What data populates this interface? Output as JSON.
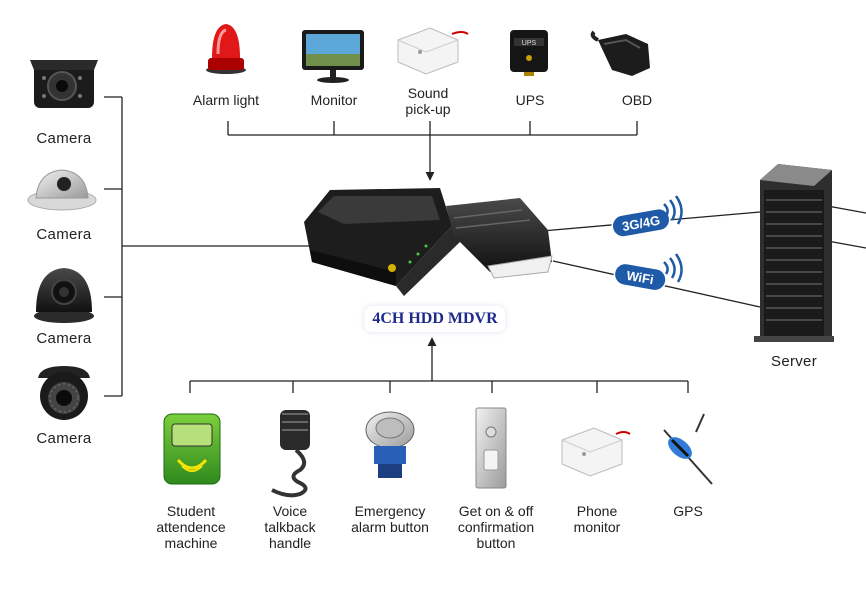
{
  "title": "4CH HDD MDVR",
  "top_devices": [
    "Alarm light",
    "Monitor",
    "Sound pick-up",
    "UPS",
    "OBD"
  ],
  "left_devices": [
    "Camera",
    "Camera",
    "Camera",
    "Camera"
  ],
  "bottom_devices": [
    "Student attendence machine",
    "Voice talkback handle",
    "Emergency alarm button",
    "Get on & off confirmation button",
    "Phone monitor",
    "GPS"
  ],
  "server_label": "Server",
  "links": {
    "cellular": "3G/4G",
    "wifi": "WiFi"
  },
  "colors": {
    "line": "#222222",
    "badge": "#1e5aa8",
    "title": "#1d2a8c"
  }
}
